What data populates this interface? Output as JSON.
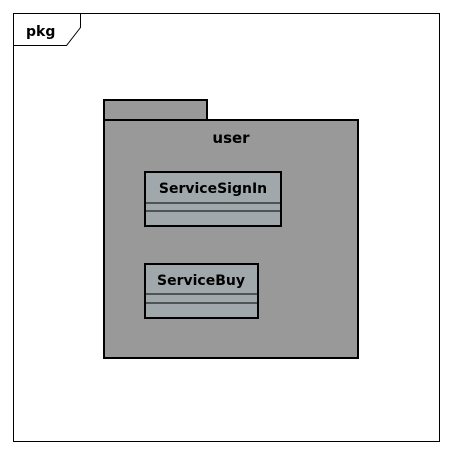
{
  "diagram": {
    "frame_kind": "pkg",
    "package": {
      "name": "user",
      "fill_color": "#999999",
      "classes": [
        {
          "name": "ServiceSignIn",
          "fill_color": "#a0a8ab"
        },
        {
          "name": "ServiceBuy",
          "fill_color": "#a0a8ab"
        }
      ]
    }
  }
}
